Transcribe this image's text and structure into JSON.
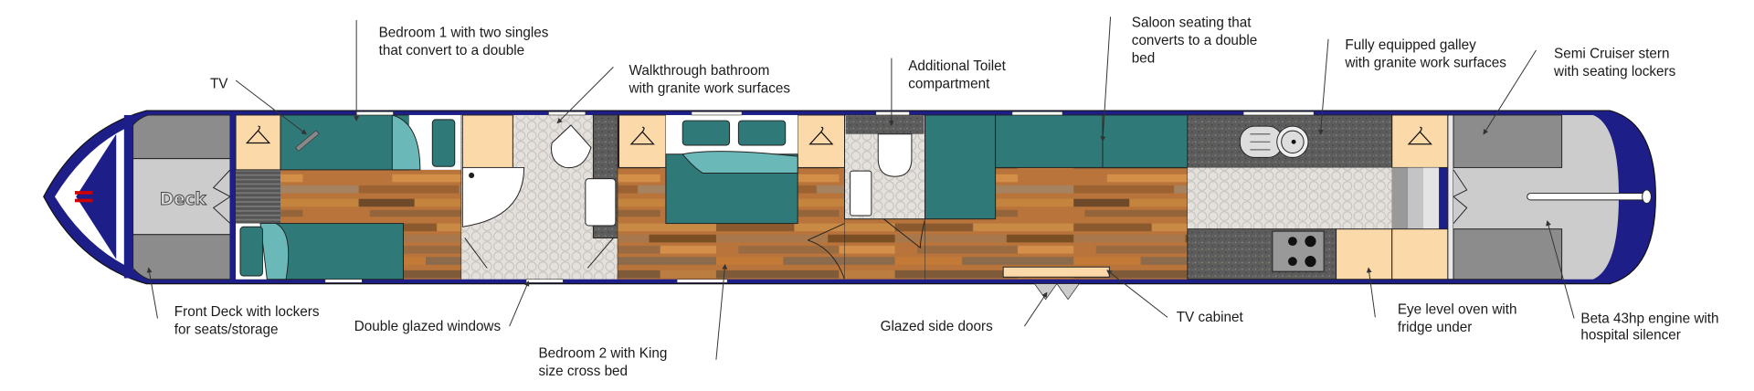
{
  "plan": {
    "deck_label": "Deck",
    "colors": {
      "hull": "#1e1e88",
      "teal": "#2f7a78",
      "peach": "#fcd9a8",
      "grey": "#8c8c8c",
      "lightgrey": "#cccccc",
      "granite": "#5a5a5a"
    }
  },
  "labels": {
    "tv": [
      "TV"
    ],
    "bedroom1": [
      "Bedroom 1 with two singles",
      "that convert to a double"
    ],
    "bathroom": [
      "Walkthrough bathroom",
      "with granite work surfaces"
    ],
    "toilet": [
      "Additional Toilet",
      "compartment"
    ],
    "saloon": [
      "Saloon seating that",
      "converts to a double",
      "bed"
    ],
    "galley": [
      "Fully equipped galley",
      "with granite work surfaces"
    ],
    "stern": [
      "Semi Cruiser stern",
      "with seating lockers"
    ],
    "front_deck": [
      "Front Deck with lockers",
      "for seats/storage"
    ],
    "windows": [
      "Double glazed windows"
    ],
    "bedroom2": [
      "Bedroom 2 with King",
      "size cross bed"
    ],
    "side_doors": [
      "Glazed side doors"
    ],
    "tv_cabinet": [
      "TV cabinet"
    ],
    "oven": [
      "Eye level oven with",
      "fridge under"
    ],
    "engine": [
      "Beta 43hp engine with",
      "hospital silencer"
    ]
  }
}
